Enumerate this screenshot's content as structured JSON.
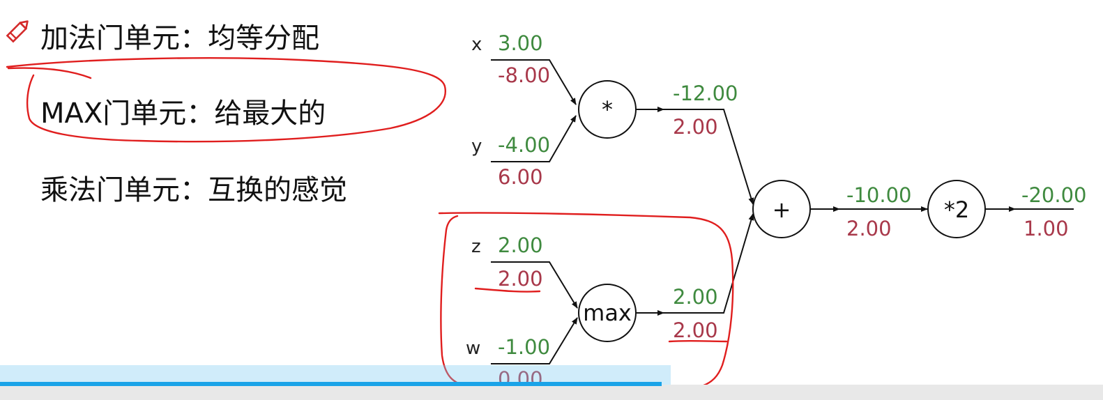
{
  "notes": {
    "add_gate": "加法门单元：均等分配",
    "max_gate": "MAX门单元：给最大的",
    "mul_gate": "乘法门单元：互换的感觉"
  },
  "graph": {
    "inputs": {
      "x": {
        "name": "x",
        "value": "3.00",
        "grad": "-8.00"
      },
      "y": {
        "name": "y",
        "value": "-4.00",
        "grad": "6.00"
      },
      "z": {
        "name": "z",
        "value": "2.00",
        "grad": "2.00"
      },
      "w": {
        "name": "w",
        "value": "-1.00",
        "grad": "0.00"
      }
    },
    "gates": {
      "mul": {
        "label": "*",
        "out_value": "-12.00",
        "out_grad": "2.00"
      },
      "max": {
        "label": "max",
        "out_value": "2.00",
        "out_grad": "2.00"
      },
      "add": {
        "label": "+",
        "out_value": "-10.00",
        "out_grad": "2.00"
      },
      "scale": {
        "label": "*2",
        "out_value": "-20.00",
        "out_grad": "1.00"
      }
    }
  },
  "colors": {
    "forward_value": "#3f8a3f",
    "gradient_value": "#a8384a",
    "annotation_ink": "#e01e1e",
    "progress": "#1aa3e8"
  },
  "icons": {
    "annotate": "pencil-icon"
  },
  "player": {
    "progress_fraction": 0.6
  }
}
